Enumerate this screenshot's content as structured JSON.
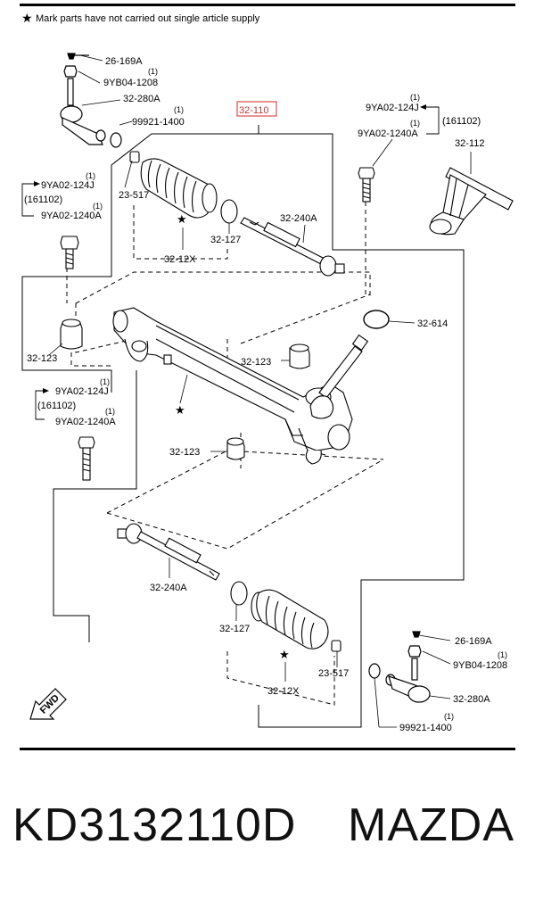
{
  "header_note": "Mark parts have not carried out single article supply",
  "part_number_text": "KD3132110D",
  "brand_text": "MAZDA",
  "highlight_color": "#d94c4c",
  "callouts": {
    "top_169A": "26-169A",
    "top_9YB": "9YB04-1208",
    "top_9YB_qty": "(1)",
    "top_280A": "32-280A",
    "top_99921": "99921-1400",
    "top_99921_qty": "(1)",
    "assembly_110": "32-110",
    "ul_124J": "9YA02-124J",
    "ul_124J_qty": "(1)",
    "ul_161102": "(161102)",
    "ul_1240A": "9YA02-1240A",
    "ul_1240A_qty": "(1)",
    "ur_124J": "9YA02-124J",
    "ur_124J_qty": "(1)",
    "ur_161102": "(161102)",
    "ur_1240A": "9YA02-1240A",
    "ur_1240A_qty": "(1)",
    "cover_112": "32-112",
    "upper_517": "23-517",
    "upper_240A": "32-240A",
    "upper_127": "32-127",
    "upper_12X": "32-12X",
    "oring_614": "32-614",
    "mount_123_left": "32-123",
    "mount_123_mid": "32-123",
    "mount_123_lower": "32-123",
    "ml_124J": "9YA02-124J",
    "ml_124J_qty": "(1)",
    "ml_161102": "(161102)",
    "ml_1240A": "9YA02-1240A",
    "ml_1240A_qty": "(1)",
    "lower_240A": "32-240A",
    "lower_127": "32-127",
    "lower_12X": "32-12X",
    "lower_517": "23-517",
    "br_169A": "26-169A",
    "br_9YB": "9YB04-1208",
    "br_9YB_qty": "(1)",
    "br_280A": "32-280A",
    "br_99921": "99921-1400",
    "br_99921_qty": "(1)",
    "fwd": "FWD"
  }
}
